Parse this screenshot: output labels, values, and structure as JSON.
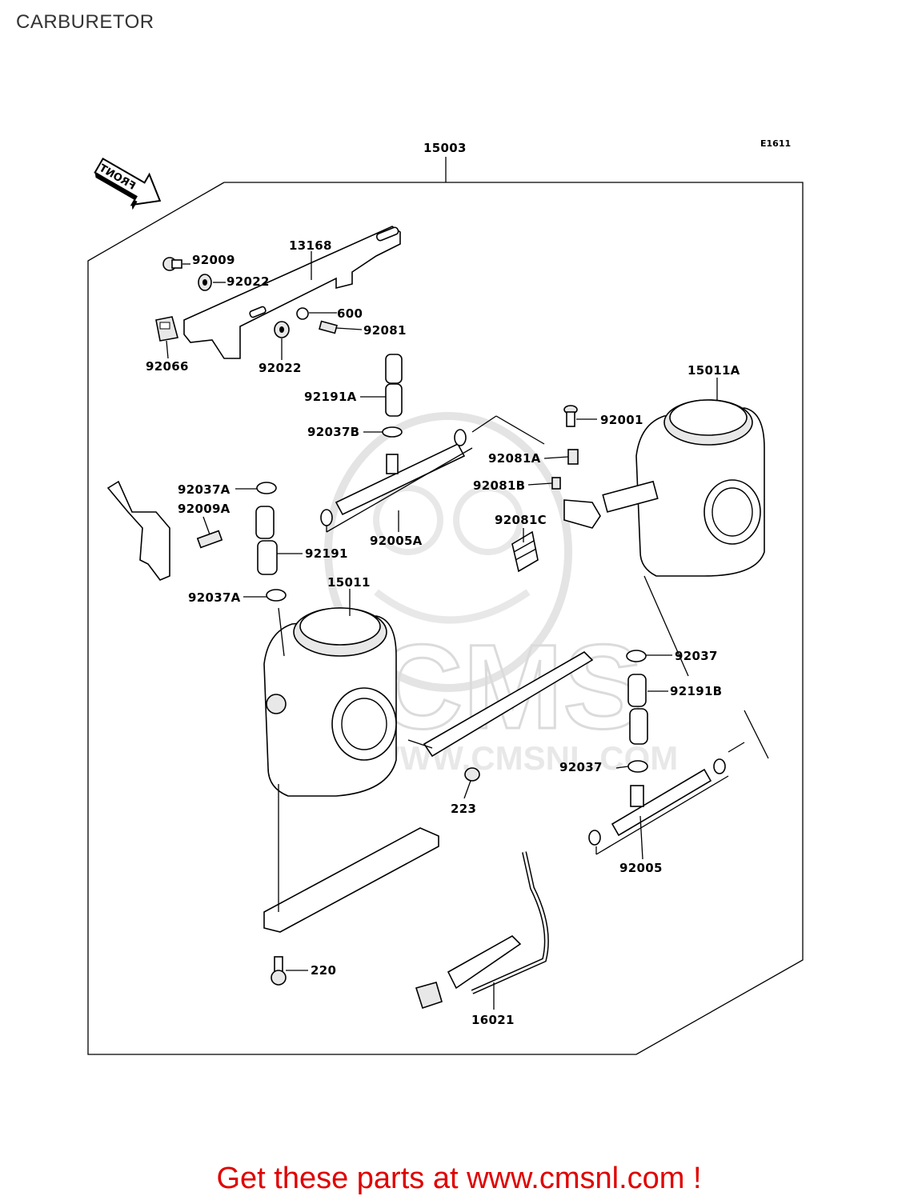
{
  "title": "CARBURETOR",
  "diagram_code": "E1611",
  "front_label": "FRONT",
  "watermark": {
    "logo": "CMS",
    "url": "WWW.CMSNL.COM"
  },
  "parts": [
    {
      "id": "p15003",
      "label": "15003"
    },
    {
      "id": "p13168",
      "label": "13168"
    },
    {
      "id": "p92009",
      "label": "92009"
    },
    {
      "id": "p92022a",
      "label": "92022"
    },
    {
      "id": "p600",
      "label": "600"
    },
    {
      "id": "p92081",
      "label": "92081"
    },
    {
      "id": "p92066",
      "label": "92066"
    },
    {
      "id": "p92022b",
      "label": "92022"
    },
    {
      "id": "p92191A",
      "label": "92191A"
    },
    {
      "id": "p92037B",
      "label": "92037B"
    },
    {
      "id": "p15011A",
      "label": "15011A"
    },
    {
      "id": "p92001",
      "label": "92001"
    },
    {
      "id": "p92081A",
      "label": "92081A"
    },
    {
      "id": "p92081B",
      "label": "92081B"
    },
    {
      "id": "p92081C",
      "label": "92081C"
    },
    {
      "id": "p92037Aa",
      "label": "92037A"
    },
    {
      "id": "p92009A",
      "label": "92009A"
    },
    {
      "id": "p92191",
      "label": "92191"
    },
    {
      "id": "p92005A",
      "label": "92005A"
    },
    {
      "id": "p92037Ab",
      "label": "92037A"
    },
    {
      "id": "p15011",
      "label": "15011"
    },
    {
      "id": "p92037a",
      "label": "92037"
    },
    {
      "id": "p92191B",
      "label": "92191B"
    },
    {
      "id": "p92037b",
      "label": "92037"
    },
    {
      "id": "p223",
      "label": "223"
    },
    {
      "id": "p92005",
      "label": "92005"
    },
    {
      "id": "p220",
      "label": "220"
    },
    {
      "id": "p16021",
      "label": "16021"
    }
  ],
  "footer": {
    "text": "Get these parts at www.cmsnl.com !"
  }
}
